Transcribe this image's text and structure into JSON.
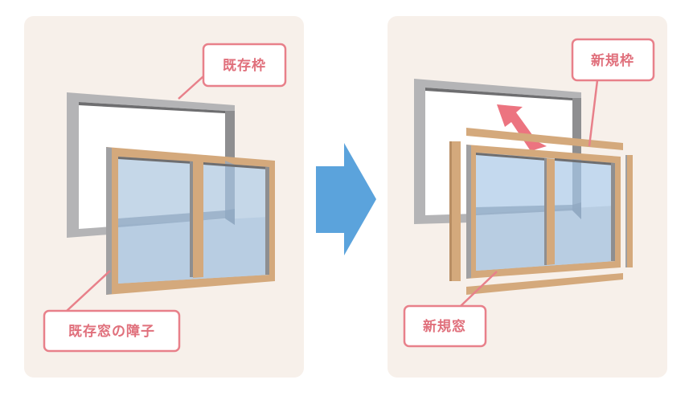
{
  "before": {
    "existing_frame_label": "既存枠",
    "existing_sash_label": "既存窓の障子"
  },
  "after": {
    "new_frame_label": "新規枠",
    "new_window_label": "新規窓"
  },
  "colors": {
    "panel_bg": "#f7f0ea",
    "label_accent": "#e8808a",
    "arrow_blue": "#5ba3dc",
    "wood": "#d4a97c",
    "frame_gray": "#b4b4b6",
    "glass": "#c4d9ee",
    "removal_arrow": "#ec7480"
  }
}
